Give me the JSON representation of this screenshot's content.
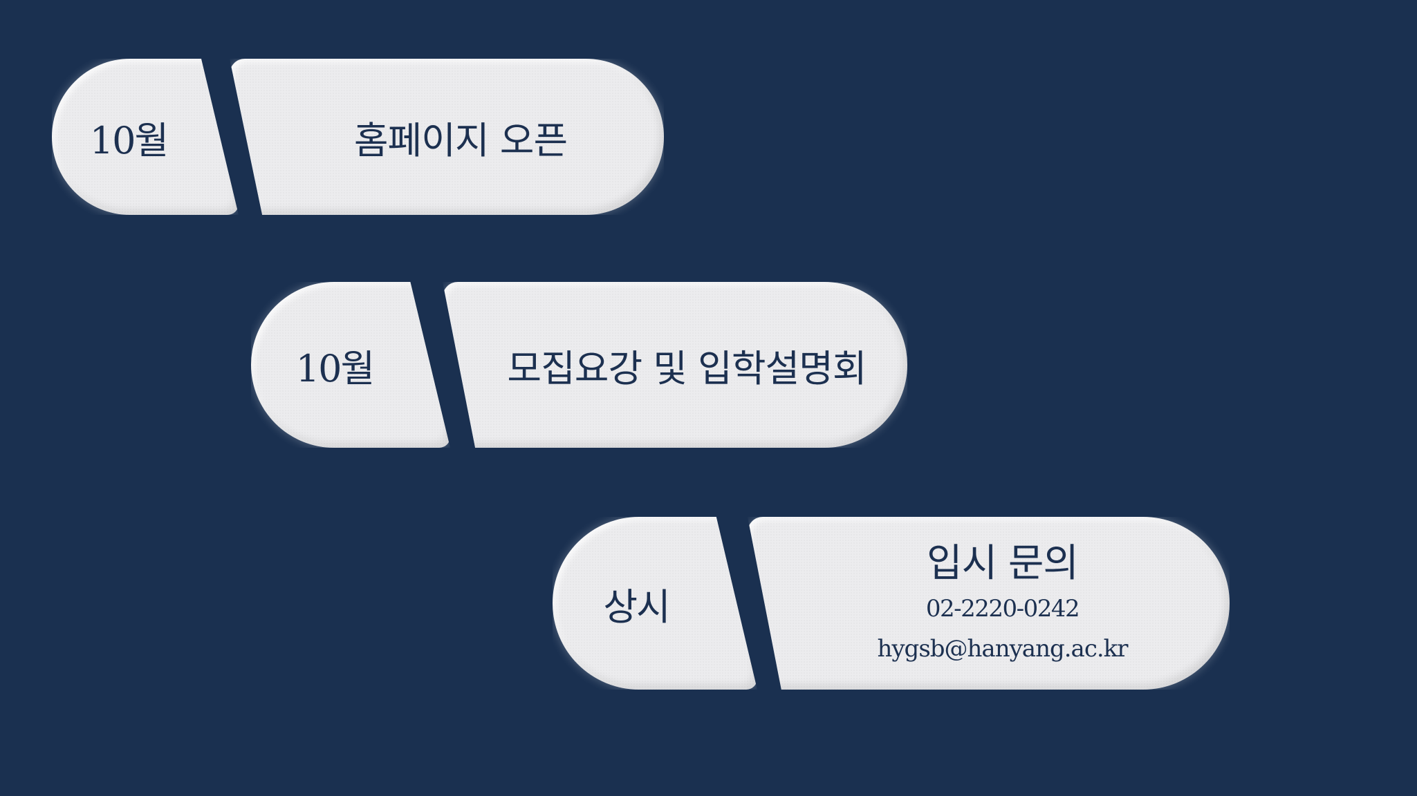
{
  "rows": [
    {
      "date": "10월",
      "title": "홈페이지 오픈"
    },
    {
      "date": "10월",
      "title": "모집요강 및 입학설명회"
    },
    {
      "date": "상시",
      "title": "입시 문의",
      "phone": "02-2220-0242",
      "email": "hygsb@hanyang.ac.kr"
    }
  ]
}
